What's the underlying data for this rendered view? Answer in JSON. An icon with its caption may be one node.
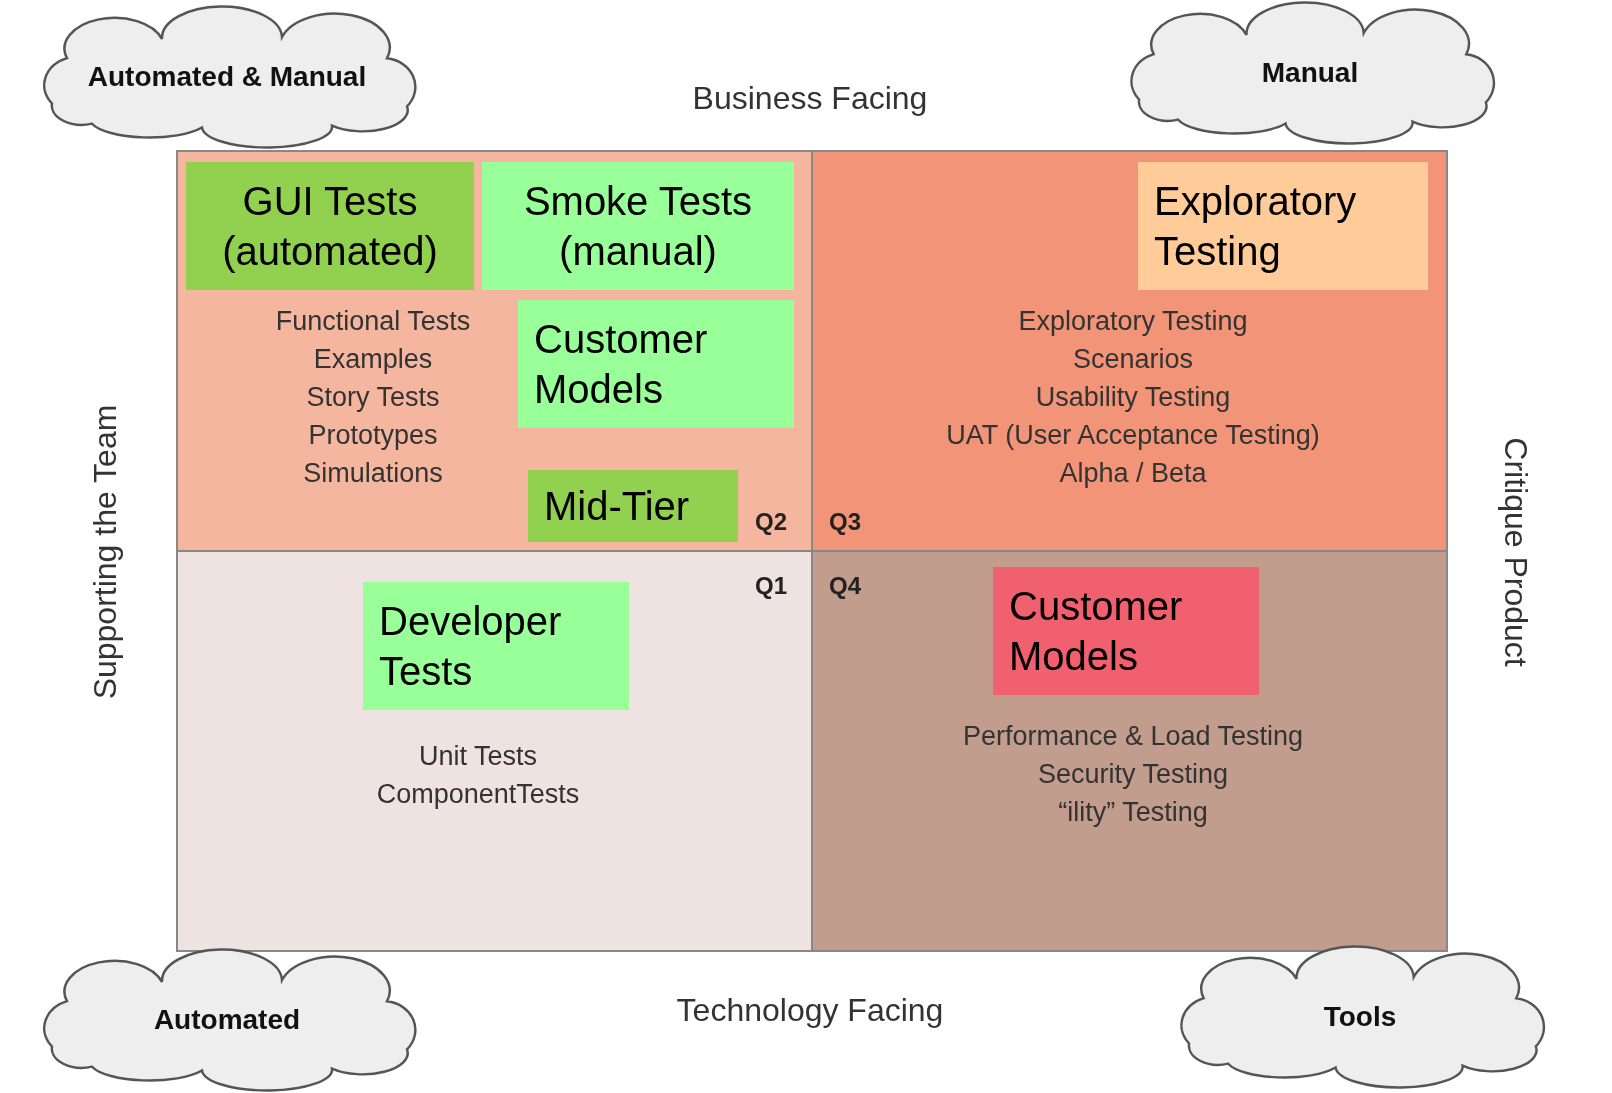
{
  "diagram": {
    "nodes": [
      {
        "text": [
          "Automated & Manual"
        ]
      },
      {
        "text": [
          "Manual"
        ]
      },
      {
        "text": [
          "Q2",
          "Functional Tests",
          "Examples",
          "Story Tests",
          "Prototypes",
          "Simulations"
        ]
      },
      {
        "text": [
          "GUI Tests (automated)"
        ],
        "in": 2
      },
      {
        "text": [
          "Smoke Tests (manual)"
        ],
        "in": 2
      },
      {
        "text": [
          "Customer Models"
        ],
        "in": 2
      },
      {
        "text": [
          "Mid-Tier"
        ],
        "in": 2
      },
      {
        "text": [
          "Q3",
          "Exploratory Testing",
          "Scenarios",
          "Usability Testing",
          "UAT (User Acceptance Testing)",
          "Alpha / Beta"
        ]
      },
      {
        "text": [
          "Exploratory Testing"
        ],
        "in": 7
      },
      {
        "text": [
          "Q1",
          "Unit Tests",
          "ComponentTests"
        ]
      },
      {
        "text": [
          "Developer Tests"
        ],
        "in": 9
      },
      {
        "text": [
          "Q4",
          "Performance & Load Testing",
          "Security Testing",
          "“ility” Testing"
        ]
      },
      {
        "text": [
          "Customer Models"
        ],
        "in": 11
      },
      {
        "text": [
          "Automated"
        ]
      },
      {
        "text": [
          "Tools"
        ]
      }
    ],
    "edges": [],
    "labels": [
      "Business Facing",
      "Supporting the Team",
      "Critique Product",
      "Technology Facing"
    ]
  }
}
